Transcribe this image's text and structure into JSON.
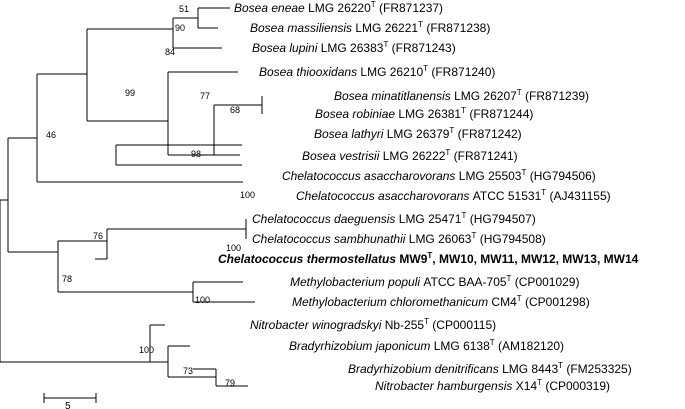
{
  "taxa": [
    {
      "id": "eneae",
      "genus": "Bosea",
      "epithet": "eneae",
      "strain": "LMG 26220",
      "accession": "(FR871237)"
    },
    {
      "id": "massiliensis",
      "genus": "Bosea",
      "epithet": "massiliensis",
      "strain": "LMG 26221",
      "accession": "(FR871238)"
    },
    {
      "id": "lupini",
      "genus": "Bosea",
      "epithet": "lupini",
      "strain": "LMG 26383",
      "accession": "(FR871243)"
    },
    {
      "id": "thiooxidans",
      "genus": "Bosea",
      "epithet": "thiooxidans",
      "strain": "LMG 26210",
      "accession": "(FR871240)"
    },
    {
      "id": "minatitlanensis",
      "genus": "Bosea",
      "epithet": "minatitlanensis",
      "strain": "LMG 26207",
      "accession": "(FR871239)"
    },
    {
      "id": "robiniae",
      "genus": "Bosea",
      "epithet": "robiniae",
      "strain": "LMG 26381",
      "accession": "(FR871244)"
    },
    {
      "id": "lathyri",
      "genus": "Bosea",
      "epithet": "lathyri",
      "strain": "LMG 26379",
      "accession": "(FR871242)"
    },
    {
      "id": "vestrisii",
      "genus": "Bosea",
      "epithet": "vestrisii",
      "strain": "LMG 26222",
      "accession": "(FR871241)"
    },
    {
      "id": "asacch1",
      "genus": "Chelatococcus",
      "epithet": "asaccharovorans",
      "strain": "LMG 25503",
      "accession": "(HG794506)"
    },
    {
      "id": "asacch2",
      "genus": "Chelatococcus",
      "epithet": "asaccharovorans",
      "strain": "ATCC 51531",
      "accession": "(AJ431155)"
    },
    {
      "id": "daeguensis",
      "genus": "Chelatococcus",
      "epithet": "daeguensis",
      "strain": "LMG 25471",
      "accession": "(HG794507)"
    },
    {
      "id": "sambhunathii",
      "genus": "Chelatococcus",
      "epithet": "sambhunathii",
      "strain": "LMG 26063",
      "accession": "(HG794508)"
    },
    {
      "id": "thermostellatus",
      "genus": "Chelatococcus",
      "epithet": "thermostellatus",
      "strain": "MW9",
      "accession": ", MW10, MW11, MW12, MW13, MW14",
      "bold": true
    },
    {
      "id": "populi",
      "genus": "Methylobacterium",
      "epithet": "populi",
      "strain": "ATCC BAA-705",
      "accession": "(CP001029)"
    },
    {
      "id": "chloromethanicum",
      "genus": "Methylobacterium",
      "epithet": "chloromethanicum",
      "strain": "CM4",
      "accession": "(CP001298)"
    },
    {
      "id": "winogradskyi",
      "genus": "Nitrobacter",
      "epithet": "winogradskyi",
      "strain": "Nb-255",
      "accession": "(CP000115)"
    },
    {
      "id": "japonicum",
      "genus": "Bradyrhizobium",
      "epithet": "japonicum",
      "strain": "LMG 6138",
      "accession": "(AM182120)"
    },
    {
      "id": "denitrificans",
      "genus": "Bradyrhizobium",
      "epithet": "denitrificans",
      "strain": "LMG 8443",
      "accession": "(FM253325)"
    },
    {
      "id": "hamburgensis",
      "genus": "Nitrobacter",
      "epithet": "hamburgensis",
      "strain": "X14",
      "accession": "(CP000319)"
    }
  ],
  "type_strain_mark": "T",
  "bootstrap_values": [
    "51",
    "90",
    "84",
    "77",
    "68",
    "99",
    "98",
    "46",
    "100",
    "100",
    "76",
    "78",
    "100",
    "100",
    "73",
    "79"
  ],
  "scale_bar": {
    "label": "5"
  }
}
